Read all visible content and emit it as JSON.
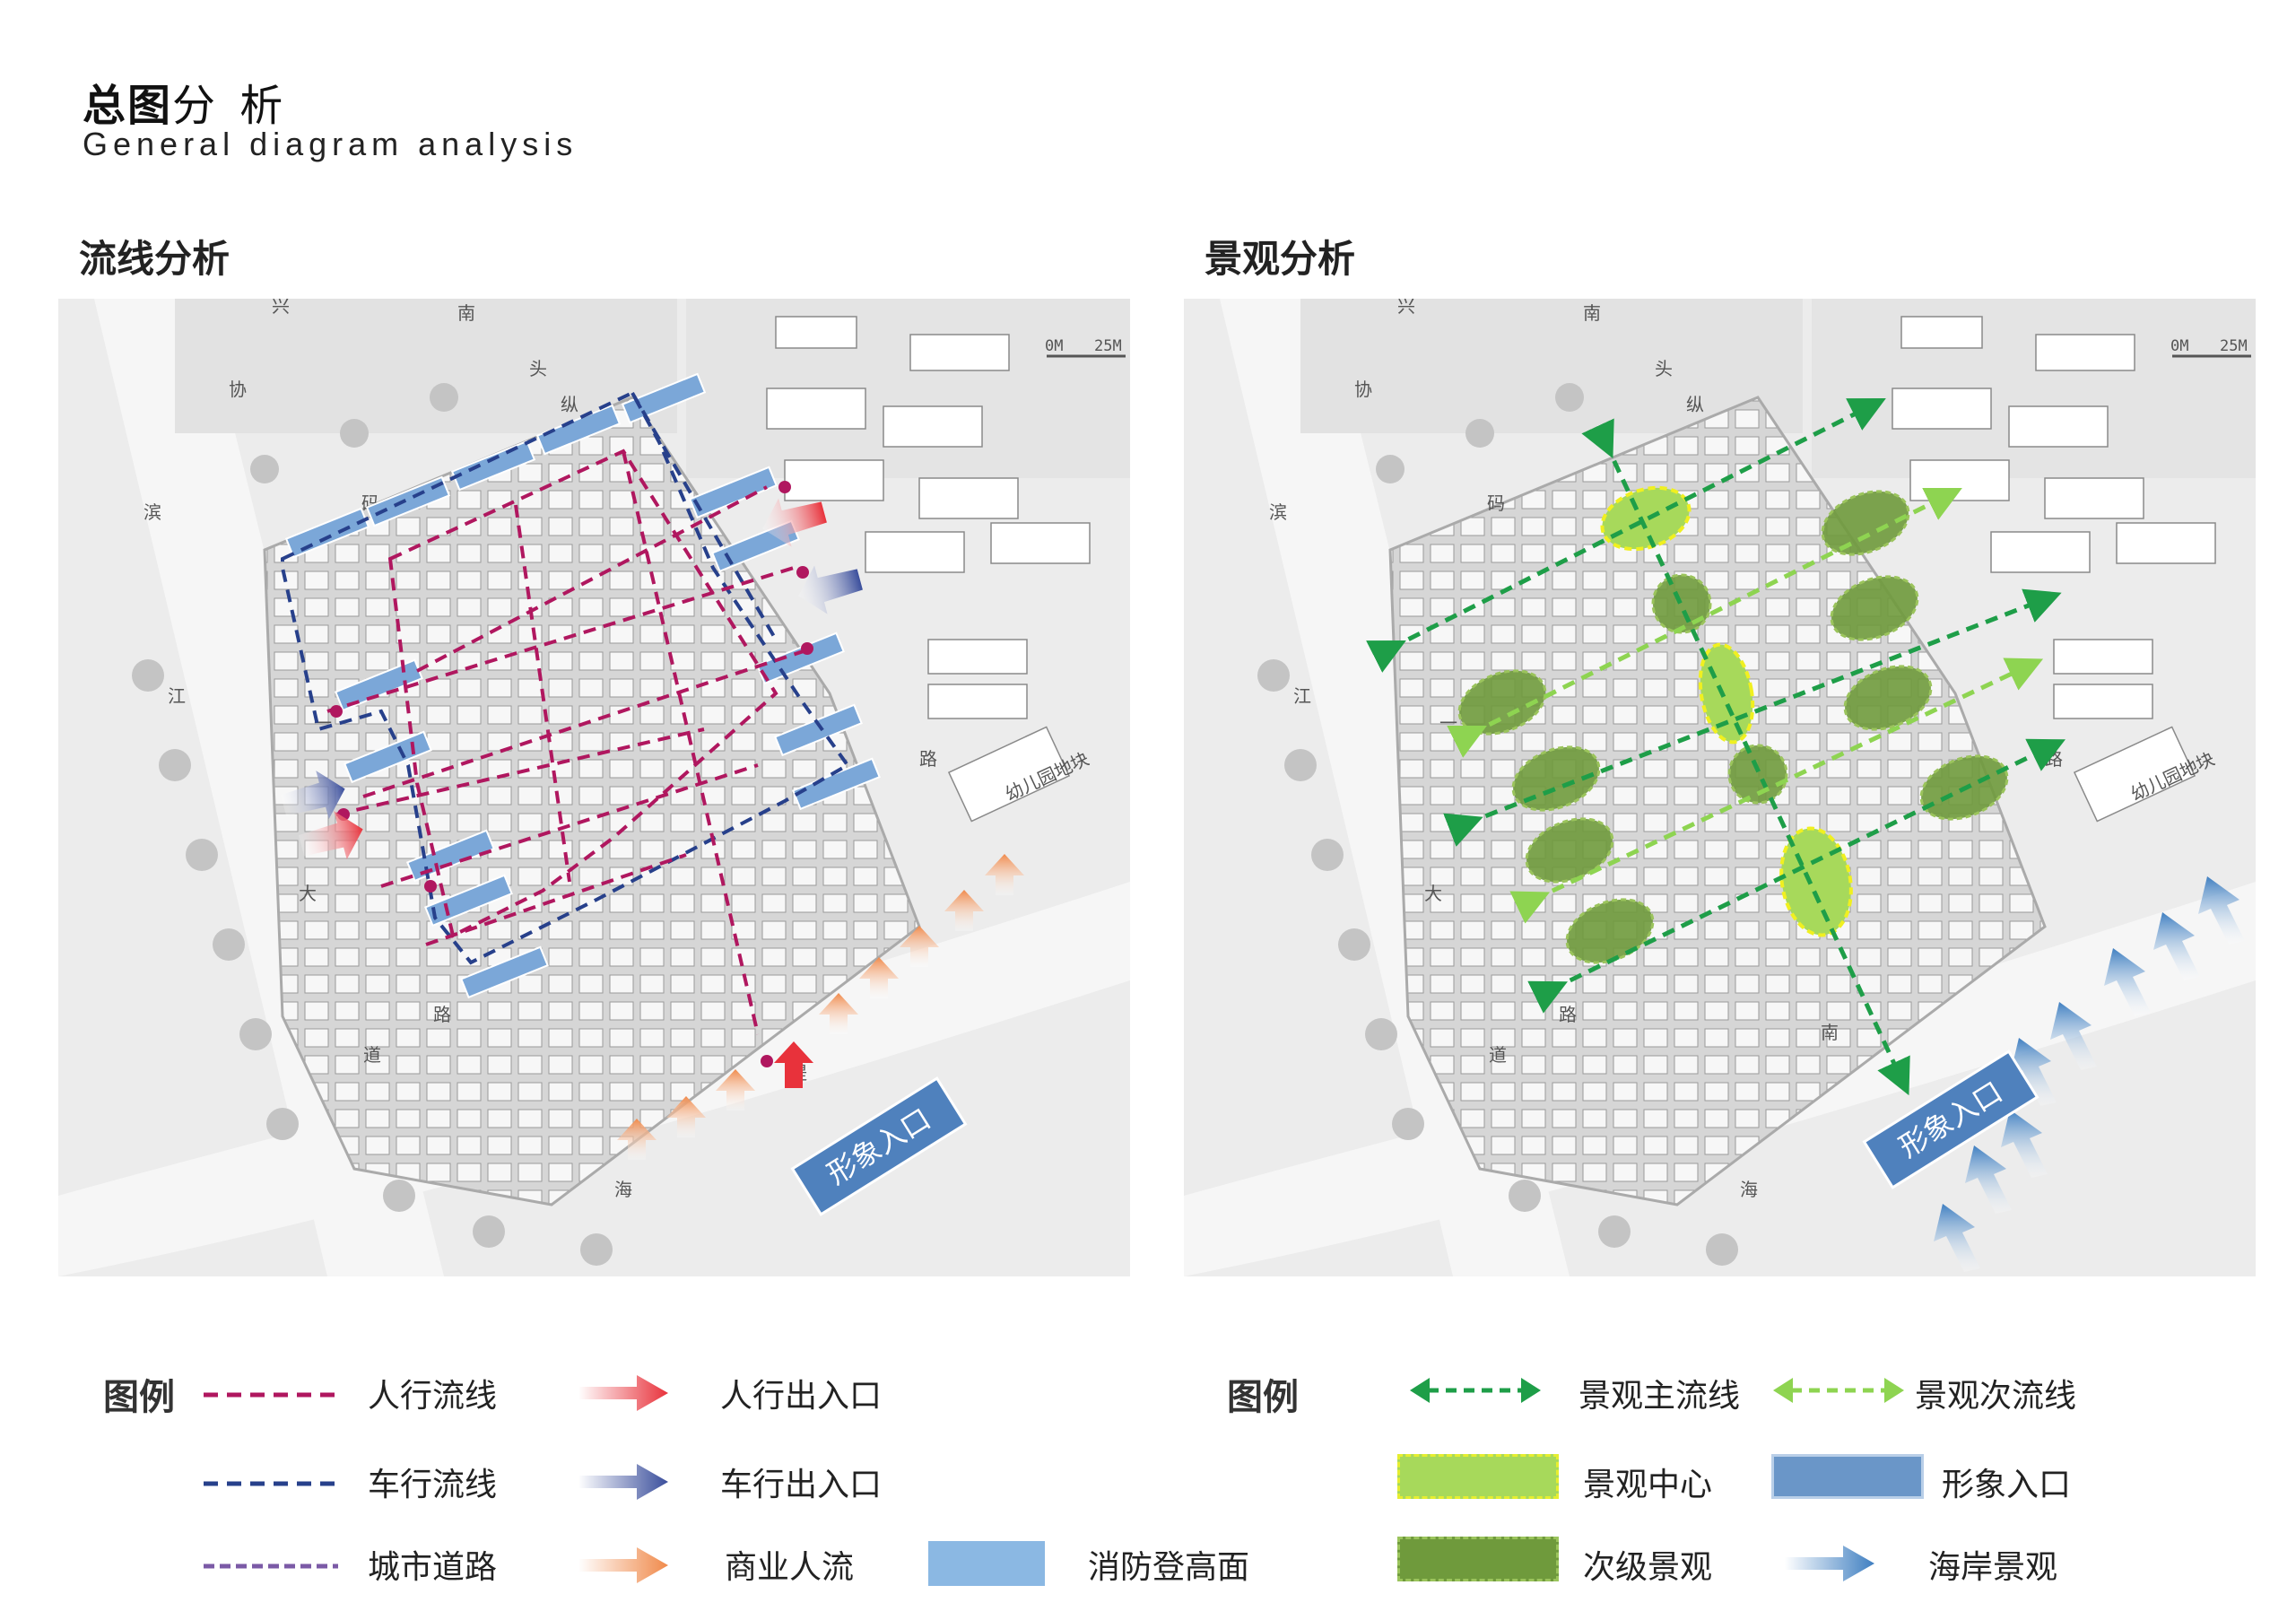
{
  "header": {
    "title_bold": "总图",
    "title_light": "分 析",
    "subtitle": "General diagram analysis"
  },
  "left_panel": {
    "heading": "流线分析",
    "scale": {
      "zero": "0M",
      "max": "25M"
    },
    "road_labels": [
      "兴",
      "南",
      "协",
      "头",
      "滨",
      "码",
      "纵",
      "江",
      "一",
      "路",
      "大",
      "路",
      "道",
      "堤",
      "海",
      "幼儿园地块"
    ],
    "entrance_label": "形象入口"
  },
  "right_panel": {
    "heading": "景观分析",
    "scale": {
      "zero": "0M",
      "max": "25M"
    },
    "road_labels": [
      "兴",
      "南",
      "协",
      "头",
      "滨",
      "码",
      "纵",
      "江",
      "一",
      "路",
      "大",
      "路",
      "道",
      "南",
      "海",
      "幼儿园地块"
    ],
    "entrance_label": "形象入口"
  },
  "left_legend": {
    "title": "图例",
    "items": [
      {
        "label": "人行流线",
        "symbol": "dashed-line",
        "color": "#b0175f"
      },
      {
        "label": "人行出入口",
        "symbol": "arrow",
        "color": "#e8323b"
      },
      {
        "label": "车行流线",
        "symbol": "dashed-line",
        "color": "#27408b"
      },
      {
        "label": "车行出入口",
        "symbol": "arrow",
        "color": "#3a4e9c"
      },
      {
        "label": "城市道路",
        "symbol": "dashed-line",
        "color": "#7b5aa6"
      },
      {
        "label": "商业人流",
        "symbol": "arrow",
        "color": "#f08a4b"
      },
      {
        "label": "消防登高面",
        "symbol": "rect",
        "color": "#8bb8e3"
      }
    ]
  },
  "right_legend": {
    "title": "图例",
    "items": [
      {
        "label": "景观主流线",
        "symbol": "double-arrow-dashed",
        "color": "#1e9e48"
      },
      {
        "label": "景观次流线",
        "symbol": "double-arrow-dashed",
        "color": "#8ed451"
      },
      {
        "label": "景观中心",
        "symbol": "rect",
        "color": "#a7d95b"
      },
      {
        "label": "形象入口",
        "symbol": "rect",
        "color": "#6a96c8"
      },
      {
        "label": "次级景观",
        "symbol": "rect",
        "color": "#6f9a3c"
      },
      {
        "label": "海岸景观",
        "symbol": "arrow",
        "color": "#3f7fc1"
      }
    ]
  }
}
